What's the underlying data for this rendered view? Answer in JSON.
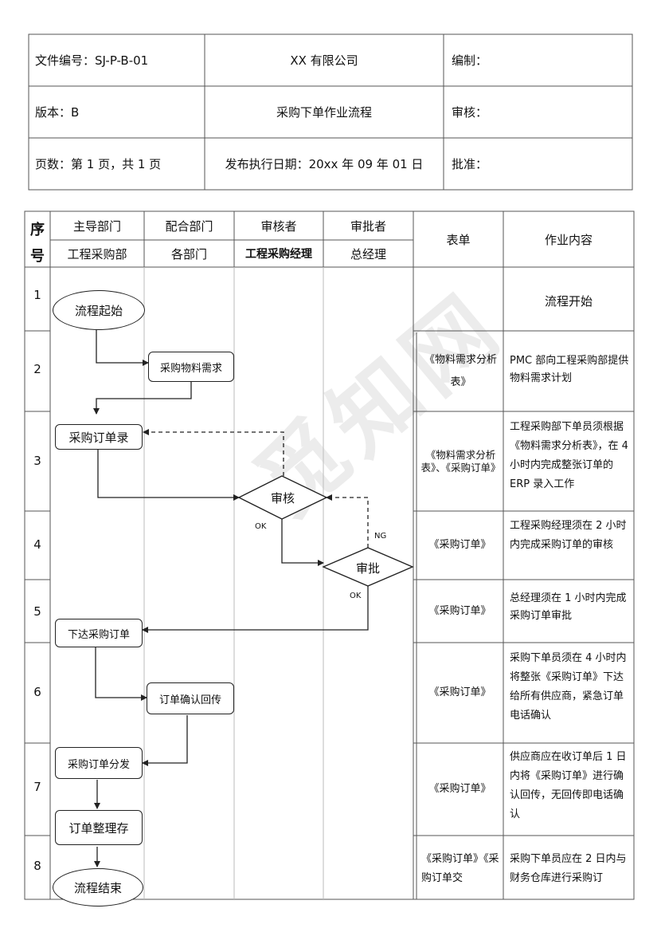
{
  "header": {
    "doc_no": "文件编号：SJ-P-B-01",
    "company": "XX 有限公司",
    "compiled": "编制：",
    "version": "版本：B",
    "doc_title": "采购下单作业流程",
    "reviewed": "审核：",
    "pages": "页数：第 1 页，共 1 页",
    "release_date": "发布执行日期：20xx 年 09 年 01 日",
    "approved": "批准："
  },
  "table_head": {
    "seq": [
      "序",
      "号"
    ],
    "lead_dept": "主导部门",
    "coop_dept": "配合部门",
    "reviewer": "审核者",
    "approver": "审批者",
    "lead_name": "工程采购部",
    "coop_name": "各部门",
    "reviewer_name": "工程采购经理",
    "approver_name": "总经理",
    "forms": "表单",
    "content": "作业内容"
  },
  "rows": [
    {
      "no": "1",
      "form": "",
      "content": "流程开始"
    },
    {
      "no": "2",
      "form": "《物料需求分析表》",
      "content": "PMC 部向工程采购部提供物料需求计划"
    },
    {
      "no": "3",
      "form": "《物料需求分析表》、《采购订单》",
      "content": "工程采购部下单员须根据《物料需求分析表》，在 4 小时内完成整张订单的 ERP 录入工作"
    },
    {
      "no": "4",
      "form": "《采购订单》",
      "content": "工程采购经理须在 2 小时内完成采购订单的审核"
    },
    {
      "no": "5",
      "form": "《采购订单》",
      "content": "总经理须在 1 小时内完成采购订单审批"
    },
    {
      "no": "6",
      "form": "《采购订单》",
      "content": "采购下单员须在 4 小时内将整张《采购订单》下达给所有供应商，紧急订单电话确认"
    },
    {
      "no": "7",
      "form": "《采购订单》",
      "content": "供应商应在收订单后 1 日内将《采购订单》进行确认回传，无回传即电话确认"
    },
    {
      "no": "8",
      "form": "《采购订单》《采购订单交",
      "content": "采购下单员应在 2 日内与财务仓库进行采购订"
    }
  ],
  "flow": {
    "start": "流程起始",
    "request": "采购物料需求",
    "entry": "采购订单录",
    "review": "审核",
    "approve": "审批",
    "issue": "下达采购订单",
    "confirm": "订单确认回传",
    "distribute": "采购订单分发",
    "archive": "订单整理存",
    "end": "流程结束",
    "ok1": "OK",
    "ok2": "OK",
    "ng": "NG"
  },
  "colors": {
    "line": "#222222",
    "grid": "#888888",
    "watermark": "#e6e6e6"
  }
}
